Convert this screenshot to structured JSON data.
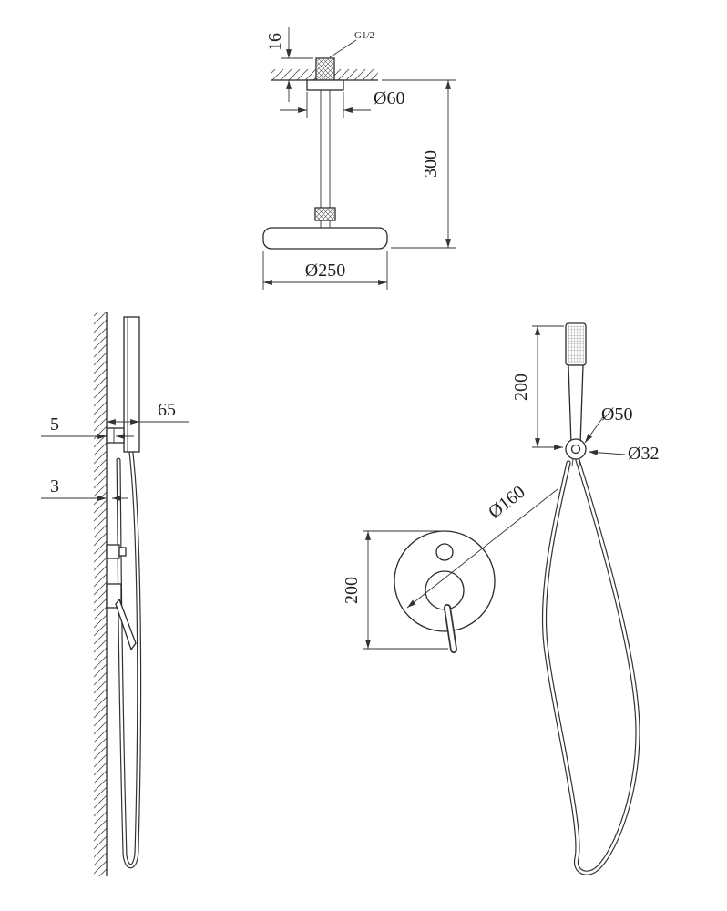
{
  "drawing": {
    "background_color": "#ffffff",
    "line_color": "#333333",
    "views": {
      "ceiling_shower": {
        "thread_label": "G1/2",
        "ceiling_thickness": "16",
        "flange_diameter": "Ø60",
        "arm_drop": "300",
        "head_diameter": "Ø250"
      },
      "wall_side": {
        "holder_offset": "65",
        "bracket_gap": "5",
        "trim_gap": "3"
      },
      "hand_shower": {
        "length": "200",
        "holder_diameter": "Ø50",
        "hose_connector_diameter": "Ø32"
      },
      "mixer": {
        "height": "200",
        "plate_diameter": "Ø160"
      }
    }
  }
}
